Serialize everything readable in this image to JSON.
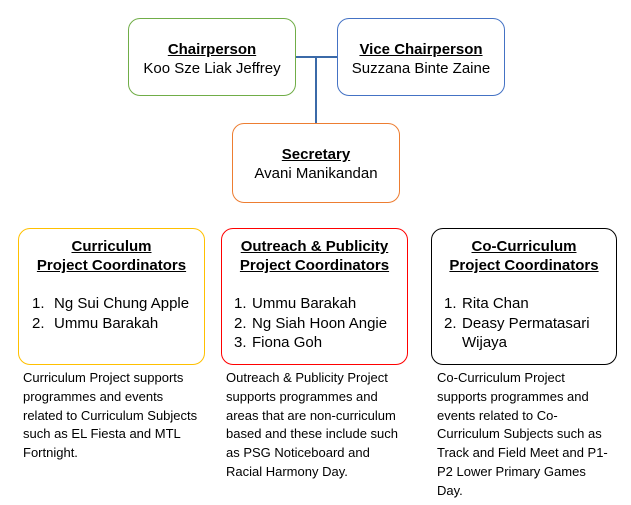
{
  "top": {
    "chair": {
      "role": "Chairperson",
      "name": "Koo Sze Liak Jeffrey",
      "color": "#70ad47"
    },
    "vice": {
      "role": "Vice Chairperson",
      "name": "Suzzana Binte Zaine",
      "color": "#4472c4"
    },
    "secretary": {
      "role": "Secretary",
      "name": "Avani Manikandan",
      "color": "#ed7d31"
    }
  },
  "groups": [
    {
      "role_line1": "Curriculum",
      "role_line2": "Project Coordinators",
      "color": "#ffc000",
      "members": [
        "Ng Sui Chung Apple",
        "Ummu Barakah"
      ],
      "description": "Curriculum Project supports programmes and events related to Curriculum Subjects such as EL Fiesta and MTL Fortnight."
    },
    {
      "role_line1": "Outreach & Publicity",
      "role_line2": "Project Coordinators",
      "color": "#ff0000",
      "members": [
        "Ummu Barakah",
        "Ng Siah Hoon Angie",
        "Fiona Goh"
      ],
      "description": "Outreach & Publicity Project supports programmes and areas that are non-curriculum based and these include such as PSG Noticeboard and Racial Harmony Day."
    },
    {
      "role_line1": "Co-Curriculum",
      "role_line2": "Project Coordinators",
      "color": "#000000",
      "members": [
        "Rita Chan",
        "Deasy Permatasari Wijaya"
      ],
      "description": "Co-Curriculum Project supports programmes and events related to Co-Curriculum Subjects such as Track and Field Meet and P1-P2 Lower Primary Games Day."
    }
  ],
  "connector_color": "#3b6aa8"
}
